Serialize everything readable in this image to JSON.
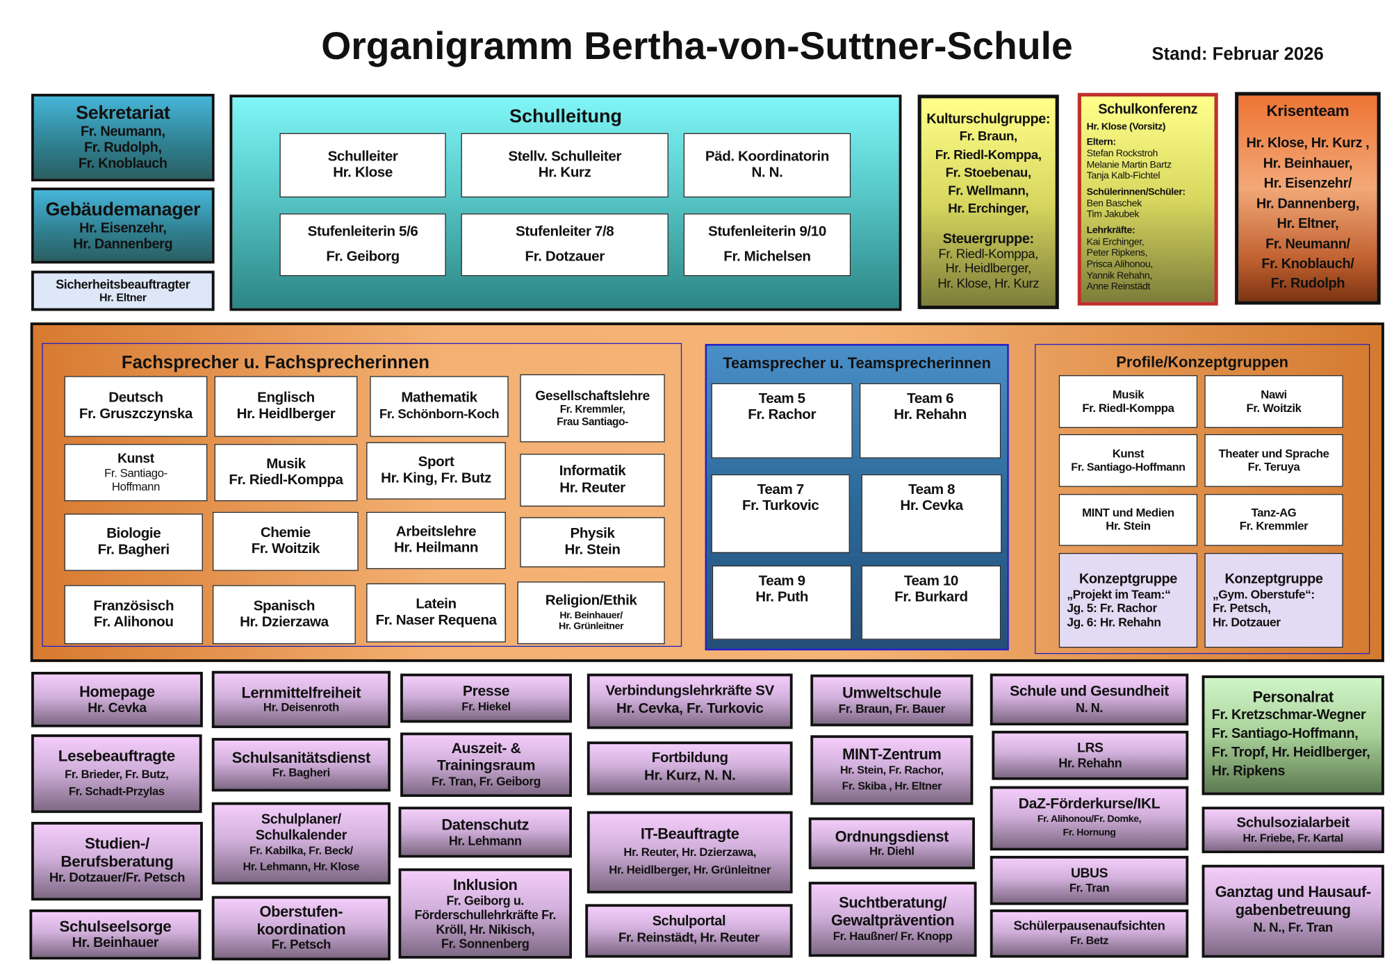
{
  "header": {
    "title": "Organigramm Bertha-von-Suttner-Schule",
    "stand": "Stand: Februar 2026"
  },
  "containers": {
    "schulleitung": "Schulleitung",
    "fachsprecher": "Fachsprecher u. Fachsprecherinnen",
    "teamsprecher": "Teamsprecher u. Teamsprecherinnen",
    "profile": "Profile/Konzeptgruppen"
  },
  "boxes": {
    "sekretariat": {
      "title": "Sekretariat",
      "lines": [
        "Fr. Neumann,",
        "Fr. Rudolph,",
        "Fr. Knoblauch"
      ]
    },
    "gebaeude": {
      "title": "Gebäudemanager",
      "lines": [
        "Hr. Eisenzehr,",
        "Hr. Dannenberg"
      ]
    },
    "sicherheit": {
      "title": "Sicherheitsbeauftragter",
      "lines": [
        "Hr. Eltner"
      ]
    },
    "sl1": {
      "title": "Schulleiter",
      "lines": [
        "Hr. Klose"
      ]
    },
    "sl2": {
      "title": "Stellv. Schulleiter",
      "lines": [
        "Hr. Kurz"
      ]
    },
    "sl3": {
      "title": "Päd. Koordinatorin",
      "lines": [
        "N. N."
      ]
    },
    "sl4": {
      "title": "Stufenleiterin 5/6",
      "lines": [
        "Fr. Geiborg"
      ]
    },
    "sl5": {
      "title": "Stufenleiter 7/8",
      "lines": [
        "Fr. Dotzauer"
      ]
    },
    "sl6": {
      "title": "Stufenleiterin 9/10",
      "lines": [
        "Fr. Michelsen"
      ]
    },
    "kultur": {
      "title": "Kulturschulgruppe:",
      "lines": [
        "Fr. Braun,",
        "Fr. Riedl-Komppa,",
        "Fr. Stoebenau,",
        "Fr. Wellmann,",
        "Hr. Erchinger,"
      ],
      "sections": [
        {
          "label": "Steuergruppe:",
          "lines": [
            "Fr. Riedl-Komppa,",
            "Hr. Heidlberger,",
            "Hr. Klose, Hr. Kurz"
          ]
        }
      ]
    },
    "schulkonferenz": {
      "title": "Schulkonferenz",
      "lines": [
        "Hr. Klose (Vorsitz)"
      ],
      "sections": [
        {
          "label": "Eltern:",
          "lines": [
            "Stefan Rockstroh",
            "Melanie Martin Bartz",
            "Tanja Kalb-Fichtel"
          ]
        },
        {
          "label": "Schülerinnen/Schüler:",
          "lines": [
            "Ben Baschek",
            "Tim Jakubek"
          ]
        },
        {
          "label": "Lehrkräfte:",
          "lines": [
            "Kai Erchinger,",
            "Peter Ripkens,",
            "Prisca Alihonou,",
            "Yannik Rehahn,",
            "Anne Reinstädt"
          ]
        }
      ]
    },
    "krisenteam": {
      "title": "Krisenteam",
      "lines": [
        "Hr. Klose, Hr. Kurz ,",
        "Hr. Beinhauer,",
        "Hr. Eisenzehr/",
        "Hr. Dannenberg,",
        "Hr. Eltner,",
        "Fr. Neumann/",
        "Fr. Knoblauch/",
        "Fr. Rudolph"
      ]
    },
    "deutsch": {
      "title": "Deutsch",
      "lines": [
        "Fr. Gruszczynska"
      ]
    },
    "englisch": {
      "title": "Englisch",
      "lines": [
        "Hr. Heidlberger"
      ]
    },
    "mathe": {
      "title": "Mathematik",
      "lines": [
        "Fr. Schönborn-Koch"
      ]
    },
    "gesellschaft": {
      "title": "Gesellschaftslehre",
      "lines": [
        "Fr. Kremmler,",
        "Frau Santiago-"
      ]
    },
    "kunst": {
      "title": "Kunst",
      "lines": [
        "Fr. Santiago-",
        "Hoffmann"
      ]
    },
    "musik": {
      "title": "Musik",
      "lines": [
        "Fr. Riedl-Komppa"
      ]
    },
    "sport": {
      "title": "Sport",
      "lines": [
        "Hr. King, Fr. Butz"
      ]
    },
    "informatik": {
      "title": "Informatik",
      "lines": [
        "Hr. Reuter"
      ]
    },
    "biologie": {
      "title": "Biologie",
      "lines": [
        "Fr. Bagheri"
      ]
    },
    "chemie": {
      "title": "Chemie",
      "lines": [
        "Fr. Woitzik"
      ]
    },
    "arbeitslehre": {
      "title": "Arbeitslehre",
      "lines": [
        "Hr. Heilmann"
      ]
    },
    "physik": {
      "title": "Physik",
      "lines": [
        "Hr. Stein"
      ]
    },
    "franzoesisch": {
      "title": "Französisch",
      "lines": [
        "Fr. Alihonou"
      ]
    },
    "spanisch": {
      "title": "Spanisch",
      "lines": [
        "Hr. Dzierzawa"
      ]
    },
    "latein": {
      "title": "Latein",
      "lines": [
        "Fr. Naser Requena"
      ]
    },
    "religion": {
      "title": "Religion/Ethik",
      "lines": [
        "Hr. Beinhauer/",
        "Hr. Grünleitner"
      ]
    },
    "team5": {
      "title": "Team 5",
      "lines": [
        "Fr. Rachor"
      ]
    },
    "team6": {
      "title": "Team 6",
      "lines": [
        "Hr. Rehahn"
      ]
    },
    "team7": {
      "title": "Team 7",
      "lines": [
        "Fr. Turkovic"
      ]
    },
    "team8": {
      "title": "Team 8",
      "lines": [
        "Hr. Cevka"
      ]
    },
    "team9": {
      "title": "Team 9",
      "lines": [
        "Hr. Puth"
      ]
    },
    "team10": {
      "title": "Team 10",
      "lines": [
        "Fr. Burkard"
      ]
    },
    "p_musik": {
      "title": "Musik",
      "lines": [
        "Fr. Riedl-Komppa"
      ]
    },
    "p_nawi": {
      "title": "Nawi",
      "lines": [
        "Fr. Woitzik"
      ]
    },
    "p_kunst": {
      "title": "Kunst",
      "lines": [
        "Fr. Santiago-Hoffmann"
      ]
    },
    "p_theater": {
      "title": "Theater und Sprache",
      "lines": [
        "Fr. Teruya"
      ]
    },
    "p_mint": {
      "title": "MINT und Medien",
      "lines": [
        "Hr. Stein"
      ]
    },
    "p_tanz": {
      "title": "Tanz-AG",
      "lines": [
        "Fr. Kremmler"
      ]
    },
    "konzept1": {
      "title": "Konzeptgruppe",
      "lines": [
        "„Projekt im Team:“",
        "Jg. 5:  Fr. Rachor",
        "Jg. 6:  Hr. Rehahn"
      ]
    },
    "konzept2": {
      "title": "Konzeptgruppe",
      "lines": [
        "„Gym. Oberstufe“:",
        "Fr. Petsch,",
        "Hr. Dotzauer"
      ]
    },
    "homepage": {
      "title": "Homepage",
      "lines": [
        "Hr. Cevka"
      ]
    },
    "lesebeauftragte": {
      "title": "Lesebeauftragte",
      "lines": [
        "Fr. Brieder, Fr. Butz,",
        "Fr. Schadt-Przylas"
      ]
    },
    "studien": {
      "title": "Studien-/ Berufsberatung",
      "lines": [
        "Hr. Dotzauer/Fr. Petsch"
      ]
    },
    "schulseelsorge": {
      "title": "Schulseelsorge",
      "lines": [
        "Hr. Beinhauer"
      ]
    },
    "lernmittel": {
      "title": "Lernmittelfreiheit",
      "lines": [
        "Hr. Deisenroth"
      ]
    },
    "sanitaet": {
      "title": "Schulsanitätsdienst",
      "lines": [
        "Fr. Bagheri"
      ]
    },
    "schulplaner": {
      "title": "Schulplaner/ Schulkalender",
      "lines": [
        "Fr. Kabilka, Fr. Beck/",
        "Hr. Lehmann, Hr. Klose"
      ]
    },
    "oberstufe": {
      "title": "Oberstufen-koordination",
      "lines": [
        "Fr. Petsch"
      ]
    },
    "presse": {
      "title": "Presse",
      "lines": [
        "Fr. Hiekel"
      ]
    },
    "auszeit": {
      "title": "Auszeit- & Trainingsraum",
      "lines": [
        "Fr. Tran, Fr. Geiborg"
      ]
    },
    "datenschutz": {
      "title": "Datenschutz",
      "lines": [
        "Hr. Lehmann"
      ]
    },
    "inklusion": {
      "title": "Inklusion",
      "lines": [
        "Fr. Geiborg u.",
        "Förderschullehrkräfte  Fr.",
        "Kröll, Hr. Nikisch,",
        "Fr. Sonnenberg"
      ]
    },
    "verbindung": {
      "title": "Verbindungslehrkräfte SV",
      "lines": [
        "Hr. Cevka, Fr. Turkovic"
      ]
    },
    "fortbildung": {
      "title": "Fortbildung",
      "lines": [
        "Hr. Kurz, N. N."
      ]
    },
    "it": {
      "title": "IT-Beauftragte",
      "lines": [
        "Hr. Reuter, Hr. Dzierzawa,",
        "Hr. Heidlberger, Hr. Grünleitner"
      ]
    },
    "schulportal": {
      "title": "Schulportal",
      "lines": [
        "Fr. Reinstädt, Hr. Reuter"
      ]
    },
    "umwelt": {
      "title": "Umweltschule",
      "lines": [
        "Fr. Braun, Fr. Bauer"
      ]
    },
    "mintzentrum": {
      "title": "MINT-Zentrum",
      "lines": [
        "Hr. Stein,  Fr. Rachor,",
        "Fr. Skiba , Hr. Eltner"
      ]
    },
    "ordnung": {
      "title": "Ordnungsdienst",
      "lines": [
        "Hr. Diehl"
      ]
    },
    "sucht": {
      "title": "Suchtberatung/ Gewaltprävention",
      "lines": [
        "Fr. Haußner/ Fr. Knopp"
      ]
    },
    "gesundheit": {
      "title": "Schule und Gesundheit",
      "lines": [
        "N. N."
      ]
    },
    "lrs": {
      "title": "LRS",
      "lines": [
        "Hr. Rehahn"
      ]
    },
    "daz": {
      "title": "DaZ-Förderkurse/IKL",
      "lines": [
        "Fr. Alihonou/Fr. Domke,",
        "Fr. Hornung"
      ]
    },
    "ubus": {
      "title": "UBUS",
      "lines": [
        "Fr. Tran"
      ]
    },
    "pausen": {
      "title": "Schülerpausenaufsichten",
      "lines": [
        "Fr. Betz"
      ]
    },
    "personalrat": {
      "title": "Personalrat",
      "lines": [
        "Fr. Kretzschmar-Wegner",
        "Fr. Santiago-Hoffmann,",
        "Fr. Tropf, Hr. Heidlberger,",
        "Hr. Ripkens"
      ]
    },
    "sozialarbeit": {
      "title": "Schulsozialarbeit",
      "lines": [
        "Hr. Friebe, Fr. Kartal"
      ]
    },
    "ganztag": {
      "title": "Ganztag und Hausauf-gabenbetreuung",
      "lines": [
        "N. N., Fr. Tran"
      ]
    }
  }
}
